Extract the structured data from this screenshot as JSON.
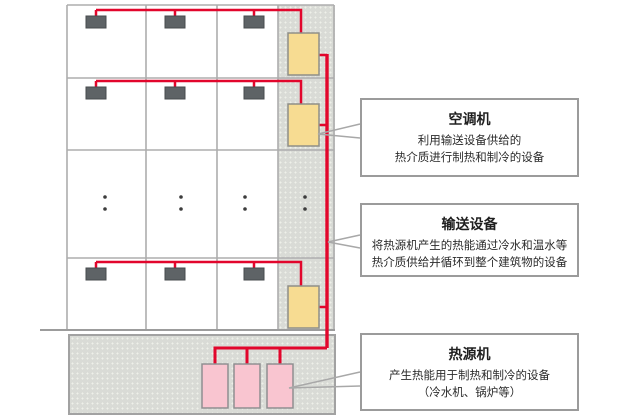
{
  "callouts": [
    {
      "title": "空调机",
      "line1": "利用输送设备供给的",
      "line2": "热介质进行制热和制冷的设备"
    },
    {
      "title": "输送设备",
      "line1": "将热源机产生的热能通过冷水和温水等",
      "line2": "热介质供给并循环到整个建筑物的设备"
    },
    {
      "title": "热源机",
      "line1": "产生热能用于制热和制冷的设备",
      "line2": "（冷水机、锅炉等）"
    }
  ],
  "diagram": {
    "floors_shown": 3,
    "rooms_per_floor": 3,
    "ceiling_ac_units": 9,
    "air_handler_units": 3,
    "heat_source_units": 3,
    "omitted_floors_marker": "⋮"
  },
  "colors": {
    "pipe_red": "#e2062c",
    "air_handler_yellow": "#f7dc92",
    "heat_source_pink": "#f9c5d0",
    "zone_gray": "#d9dbd6",
    "ac_unit_dark": "#5e6366",
    "grid_line_gray": "#adadad",
    "callout_border_gray": "#9b9b9b"
  }
}
